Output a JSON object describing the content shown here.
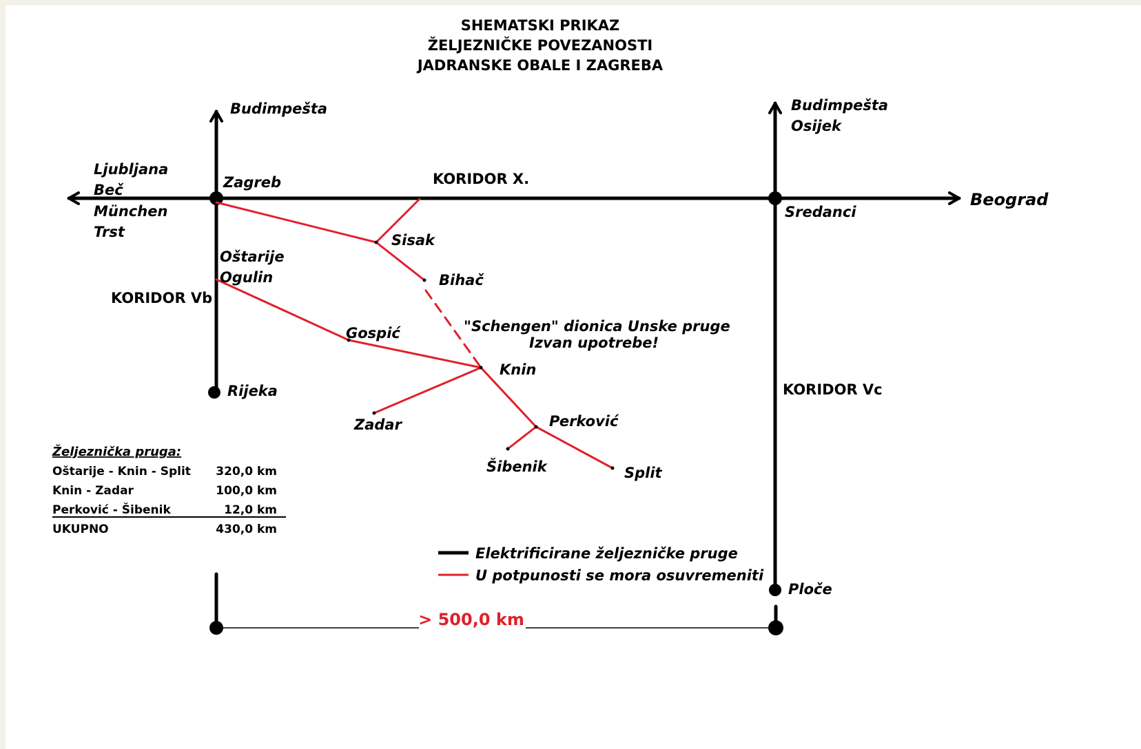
{
  "title": {
    "line1": "SHEMATSKI PRIKAZ",
    "line2": "ŽELJEZNIČKE POVEZANOSTI",
    "line3": "JADRANSKE OBALE I ZAGREBA"
  },
  "corridors": {
    "x": "KORIDOR X.",
    "vb": "KORIDOR Vb",
    "vc": "KORIDOR Vc"
  },
  "places": {
    "budimpesta_left": "Budimpešta",
    "budimpesta_right": "Budimpešta",
    "osijek": "Osijek",
    "ljubljana": "Ljubljana",
    "bec": "Beč",
    "munchen": "München",
    "trst": "Trst",
    "zagreb": "Zagreb",
    "beograd": "Beograd",
    "sredanci": "Sredanci",
    "sisak": "Sisak",
    "bihac": "Bihač",
    "ostarije": "Oštarije",
    "ogulin": "Ogulin",
    "gospic": "Gospić",
    "knin": "Knin",
    "rijeka": "Rijeka",
    "zadar": "Zadar",
    "perkovic": "Perković",
    "sibenik": "Šibenik",
    "split": "Split",
    "ploce": "Ploče"
  },
  "schengen_note": {
    "line1": "\"Schengen\" dionica Unske pruge",
    "line2": "Izvan upotrebe!"
  },
  "table": {
    "heading": "Željeznička pruga:",
    "rows": [
      {
        "name": "Oštarije - Knin - Split",
        "km": "320,0 km"
      },
      {
        "name": "Knin - Zadar",
        "km": "100,0 km"
      },
      {
        "name": "Perković - Šibenik",
        "km": "12,0 km"
      }
    ],
    "total": {
      "name": "UKUPNO",
      "km": "430,0 km"
    }
  },
  "legend": {
    "electrified": "Elektrificirane željezničke pruge",
    "modernize": "U potpunosti se mora osuvremeniti"
  },
  "distance": "> 500,0 km",
  "colors": {
    "electrified": "#000000",
    "modernize": "#e0202a",
    "distance_text": "#e0202a"
  }
}
